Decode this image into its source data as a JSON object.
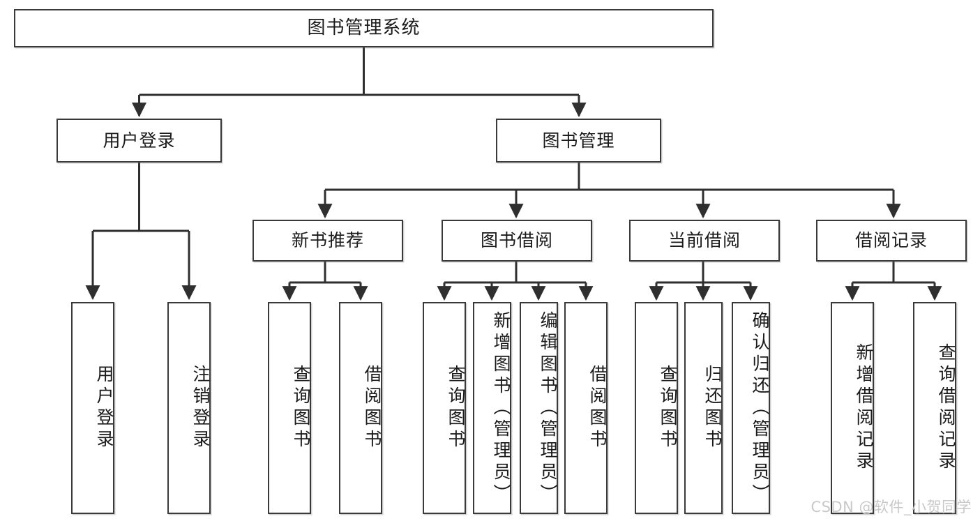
{
  "diagram": {
    "title": "图书管理系统",
    "type": "tree",
    "colors": {
      "box_border": "#3a3a3a",
      "box_fill": "#ffffff",
      "edge": "#2f2f2f",
      "text": "#1a1a1a",
      "watermark": "#c9c9c9",
      "background": "#ffffff"
    },
    "root": {
      "id": "root",
      "label": "图书管理系统"
    },
    "level1": [
      {
        "id": "user-login",
        "label": "用户登录"
      },
      {
        "id": "book-manage",
        "label": "图书管理"
      }
    ],
    "level2": [
      {
        "id": "new-book-rec",
        "label": "新书推荐",
        "parent": "book-manage"
      },
      {
        "id": "book-borrow",
        "label": "图书借阅",
        "parent": "book-manage"
      },
      {
        "id": "current-borrow",
        "label": "当前借阅",
        "parent": "book-manage"
      },
      {
        "id": "borrow-record",
        "label": "借阅记录",
        "parent": "book-manage"
      }
    ],
    "leaves": [
      {
        "id": "leaf-user-login",
        "label": "用户登录",
        "parent": "user-login"
      },
      {
        "id": "leaf-logout",
        "label": "注销登录",
        "parent": "user-login"
      },
      {
        "id": "leaf-query-book-1",
        "label": "查询图书",
        "parent": "new-book-rec"
      },
      {
        "id": "leaf-borrow-book-1",
        "label": "借阅图书",
        "parent": "new-book-rec"
      },
      {
        "id": "leaf-query-book-2",
        "label": "查询图书",
        "parent": "book-borrow"
      },
      {
        "id": "leaf-add-book",
        "label": "新增图书（管理员）",
        "parent": "book-borrow"
      },
      {
        "id": "leaf-edit-book",
        "label": "编辑图书（管理员）",
        "parent": "book-borrow"
      },
      {
        "id": "leaf-borrow-book-2",
        "label": "借阅图书",
        "parent": "book-borrow"
      },
      {
        "id": "leaf-query-book-3",
        "label": "查询图书",
        "parent": "current-borrow"
      },
      {
        "id": "leaf-return-book",
        "label": "归还图书",
        "parent": "current-borrow"
      },
      {
        "id": "leaf-confirm-return",
        "label": "确认归还（管理员）",
        "parent": "current-borrow"
      },
      {
        "id": "leaf-add-record",
        "label": "新增借阅记录",
        "parent": "borrow-record"
      },
      {
        "id": "leaf-query-record",
        "label": "查询借阅记录",
        "parent": "borrow-record"
      }
    ],
    "watermark": "CSDN @软件_小贺同学"
  }
}
